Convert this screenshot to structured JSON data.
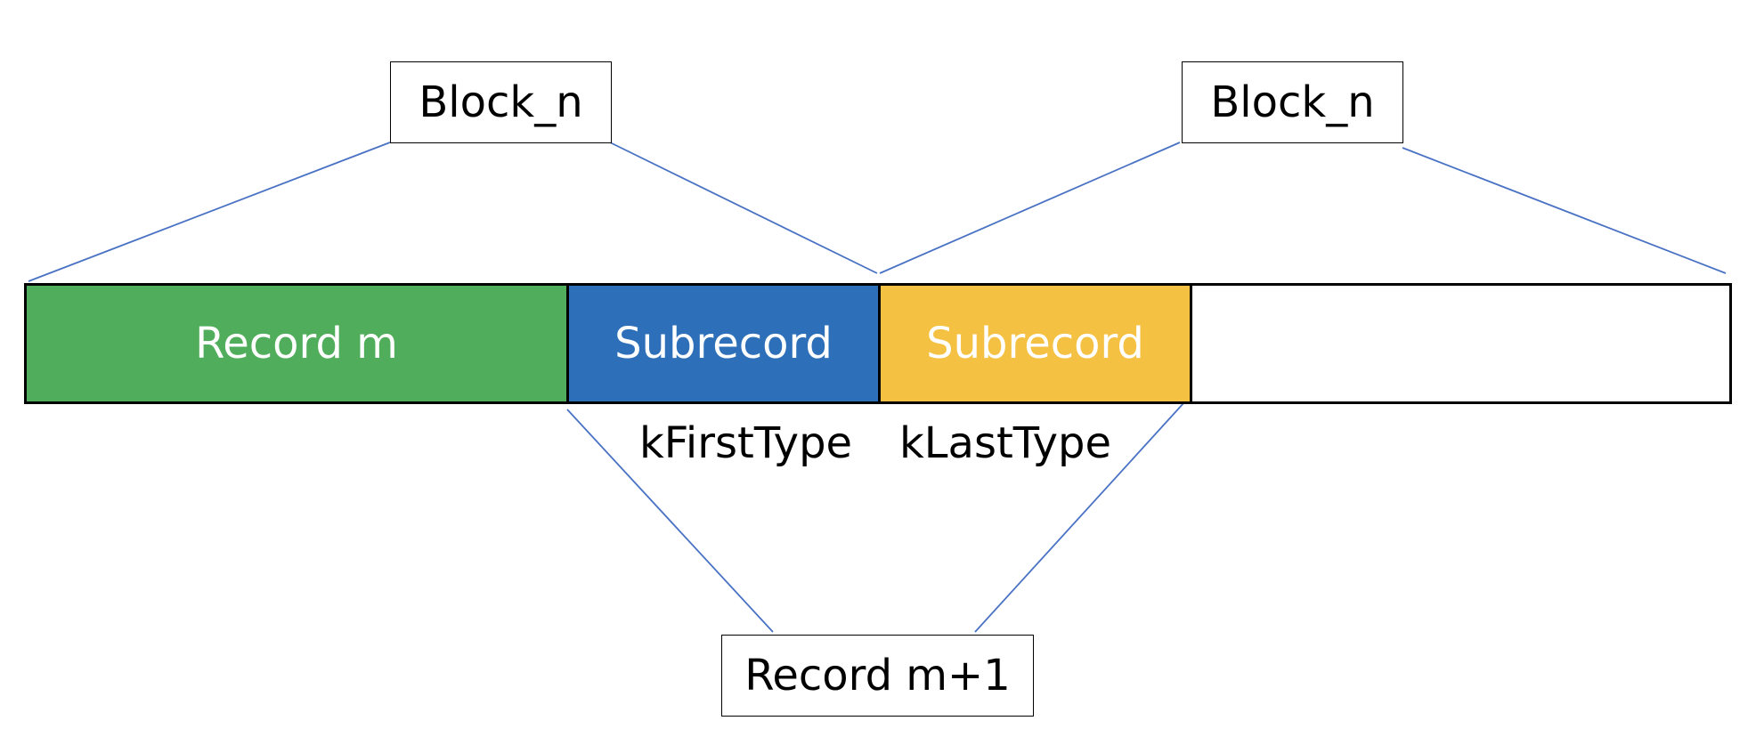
{
  "colors": {
    "record_green": "#50ad5b",
    "subrecord_blue": "#2d70b9",
    "subrecord_orange": "#f5c142",
    "empty_white": "#ffffff",
    "connector_line": "#4a72c4"
  },
  "blocks": [
    {
      "label": "Block_n"
    },
    {
      "label": "Block_n"
    }
  ],
  "segments": [
    {
      "label": "Record m",
      "color": "#50ad5b"
    },
    {
      "label": "Subrecord",
      "color": "#2d70b9"
    },
    {
      "label": "Subrecord",
      "color": "#f5c142"
    },
    {
      "label": "",
      "color": "#ffffff"
    }
  ],
  "type_labels": {
    "first": "kFirstType",
    "last": "kLastType"
  },
  "record_next": {
    "label": "Record m+1"
  }
}
